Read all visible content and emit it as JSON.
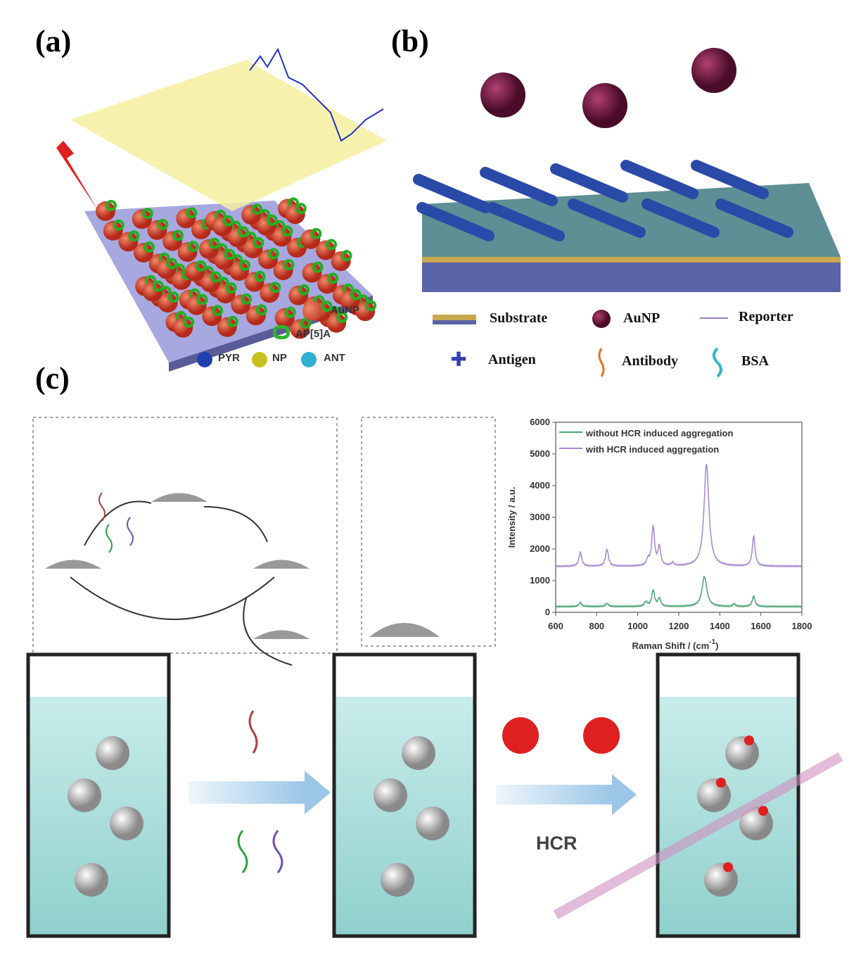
{
  "panels": {
    "a": "(a)",
    "b": "(b)",
    "c": "(c)"
  },
  "panel_a_legend": {
    "aunp": "AuNP",
    "ap5a": "AP[5]A",
    "pyr": "PYR",
    "np": "NP",
    "ant": "ANT"
  },
  "panel_b_legend": {
    "substrate": "Substrate",
    "aunp": "AuNP",
    "reporter": "Reporter",
    "antigen": "Antigen",
    "antibody": "Antibody",
    "bsa": "BSA"
  },
  "panel_c": {
    "hcr_label": "HCR"
  },
  "chart_data": {
    "type": "line",
    "xlabel": "Raman Shift / (cm-1)",
    "xlabel_main": "Raman Shift / (cm",
    "xlabel_sup": "-1",
    "xlabel_end": ")",
    "ylabel": "Intensity / a.u.",
    "xlim": [
      600,
      1800
    ],
    "ylim": [
      0,
      6000
    ],
    "xticks": [
      600,
      800,
      1000,
      1200,
      1400,
      1600,
      1800
    ],
    "yticks": [
      0,
      1000,
      2000,
      3000,
      4000,
      5000,
      6000
    ],
    "legend_position": "top-left",
    "series": [
      {
        "name": "without HCR induced aggregation",
        "color": "#4fa679",
        "baseline": 180,
        "peaks": [
          [
            720,
            120
          ],
          [
            850,
            100
          ],
          [
            1040,
            150
          ],
          [
            1075,
            520
          ],
          [
            1105,
            250
          ],
          [
            1325,
            950
          ],
          [
            1470,
            80
          ],
          [
            1565,
            330
          ]
        ]
      },
      {
        "name": "with HCR induced aggregation",
        "color": "#a98cd0",
        "baseline": 1450,
        "peaks": [
          [
            720,
            450
          ],
          [
            850,
            550
          ],
          [
            1050,
            200
          ],
          [
            1075,
            1250
          ],
          [
            1105,
            600
          ],
          [
            1170,
            100
          ],
          [
            1335,
            3250
          ],
          [
            1565,
            950
          ]
        ]
      }
    ]
  }
}
